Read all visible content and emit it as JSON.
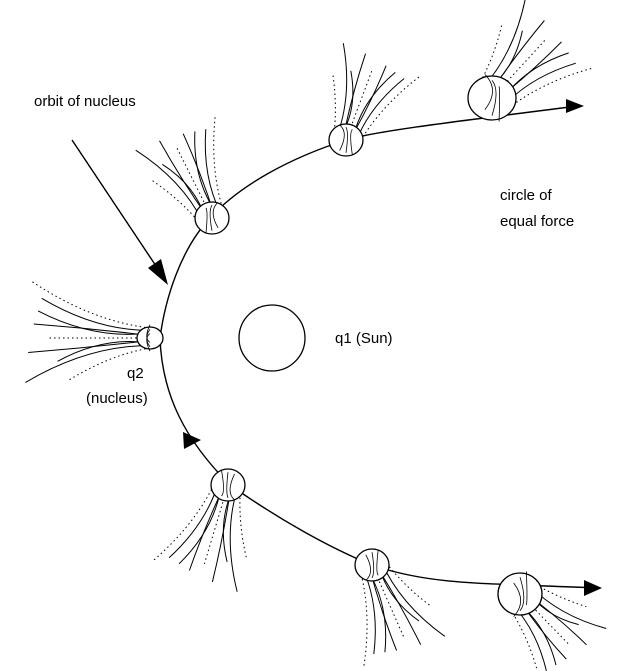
{
  "labels": {
    "orbit": "orbit of nucleus",
    "circle_line1": "circle of",
    "circle_line2": "equal force",
    "sun": "q1 (Sun)",
    "nucleus_line1": "q2",
    "nucleus_line2": "(nucleus)"
  },
  "comets": [
    {
      "name": "comet-upper-right"
    },
    {
      "name": "comet-upper-middle"
    },
    {
      "name": "comet-upper-left"
    },
    {
      "name": "comet-perihelion"
    },
    {
      "name": "comet-lower-left"
    },
    {
      "name": "comet-lower-middle"
    },
    {
      "name": "comet-lower-right"
    }
  ]
}
